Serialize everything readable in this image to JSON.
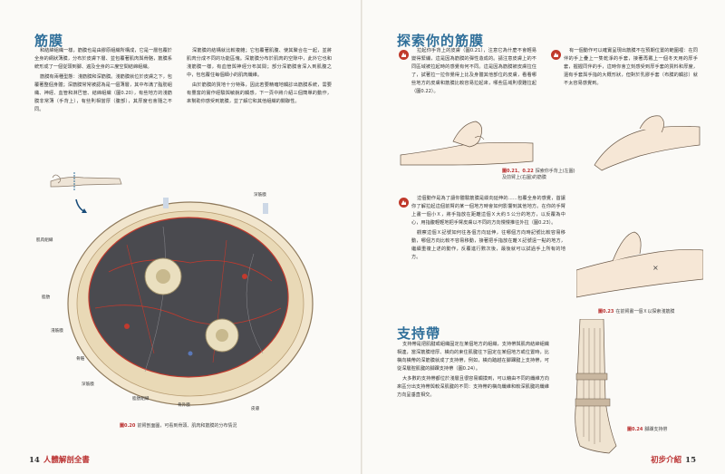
{
  "left": {
    "section_title": "筋膜",
    "col1": [
      "和結締組織一樣，筋膜也是由膠原組織所構成，它是一層包覆於全身的網狀薄膜，分布於皮膚下層、並包覆著肌肉與骨骼，筋膜系統形成了一個從頭到腳、遍及全身的三度空間結締組織。",
      "筋膜有兩種型態：淺筋膜和深筋膜。淺筋膜就位於皮膚之下，包覆著整個身體；深筋膜常常被認為是一個薄層，其中布滿了脂肪組織、神經、血管和淋巴管、結締組織（圖0.20），有些地方的淺筋膜非常薄（手背上），有些則相當厚（腹部），其厚度也會隨之不同。"
    ],
    "col2": [
      "深筋膜的結構就比較複雜；它包覆著肌腹、使其聚合在一起，並將肌肉分成不同的功能區塊。深筋膜分布於肌肉的空隙中，此外它也和淺筋膜一樣，有血管與神經分布其間；部分深筋膜會深入到肌腹之中，包包覆住每個細小的肌肉纖維。",
      "由於筋膜的質地十分特殊，因此若要精確地觸診出筋膜系統，需要有豐富的實作經驗與敏銳的觸感，下一頁中將介紹三個簡單的動作，來幫助你感受到筋膜，並了解它和其他組織的關聯性。"
    ],
    "labels": {
      "deep_fascia_top": "深筋膜",
      "muscle_fascia": "肌肉組織",
      "fat": "脂肪",
      "sup_fascia": "淺筋膜",
      "bone": "骨骼",
      "skin": "皮膚",
      "deep_fascia": "深筋膜",
      "fat_tissue": "脂肪組織",
      "periosteum": "骨外膜",
      "outer": "皮膚"
    },
    "caption_no": "圖0.20",
    "caption_text": "前臂剖面圖，可看到骨頭、肌肉和筋膜的分布情況",
    "footer_num": "14",
    "footer_title": "人體解剖全書"
  },
  "right": {
    "section_title1": "探索你的筋膜",
    "item1": "拉起你手背上的皮膚（圖0.21），注意它為什麼不會輕易變得緊繃，這是因為筋膜的彈性造成的。請注意皮膚上的不同區域被拉起時的感覺有何不同。這是因為筋膜被皮膚拉住了，試著拉一拉你覺得上比及身體其他部位的皮膚，看看哪些地方的皮膚和筋膜比較容易拉起來，哪些區域則很難拉起（圖0.22）。",
    "item2": "有一個動作可以確實呈現出筋膜不在預期位置的範圍裡：在同伴的手上疊上一隻乾淨的手套，接著再戴上一個冬天用的厚手套，握握同伴的手，這時你會立刻感受到厚手套的質料和厚度，還有手套與手指的大概形狀，但對於乳膠手套（布膜的觸診）就不太容易感覺到。",
    "item3": "這個動作是為了讓你體驗筋膜是縱向延伸的……包覆全身的感覺，首讓你了解拉起這個前臂的某一個地方時會如何影響到其他地方。在你的手臂上畫一個小Ｘ，將手指放在距離這個Ｘ大約５公分的地方，以反覆為中心，用指腹輕輕地把手臂皮膚以不同的方向慢慢推往外拉（圖0.23）。",
    "item3b": "觀察這個Ｘ記號如何往各個方向延伸，往哪個方向時記號比較容易移動，哪個方向比較不容易移動，接著把手指放在離Ｘ記號遠一點的地方，繼續重複上述的動作，反覆進行數次後，最後就可以試過手上所有的地方。",
    "cap21_no": "圖0.21、0.22",
    "cap21_text": "探索你手背上(左圖)及前臂上(右圖)的筋膜",
    "cap23_no": "圖0.23",
    "cap23_text": "在前臂畫一個Ｘ以探索淺筋膜",
    "section_title2": "支持帶",
    "retinaculum": [
      "支持帶是把肌腱或組織固定在某個地方的組織，支持帶與肌肉結締組織相連，當深筋膜增厚、橫向的束住肌腱往下固定在某個地方或位置時，比橫向橫帶的深筋膜就成了支持帶，例如，橫向踏越在腳踝腱上支持帶，可從深層腔肌腱的腳踝支持帶（圖0.24）。",
      "大多數的支持帶都位於淺層且很容易觸摸到，可以藉由不同的纖維方向來區分出支持帶與較深肌腱的不同：支持帶的橫向纖維和較深肌腱的纖維方向呈垂直相交。"
    ],
    "cap24_no": "圖0.24",
    "cap24_text": "腳踝支持帶",
    "footer_num": "15",
    "footer_title": "初步介紹"
  },
  "colors": {
    "accent_blue": "#2f6f9a",
    "accent_red": "#b33"
  }
}
